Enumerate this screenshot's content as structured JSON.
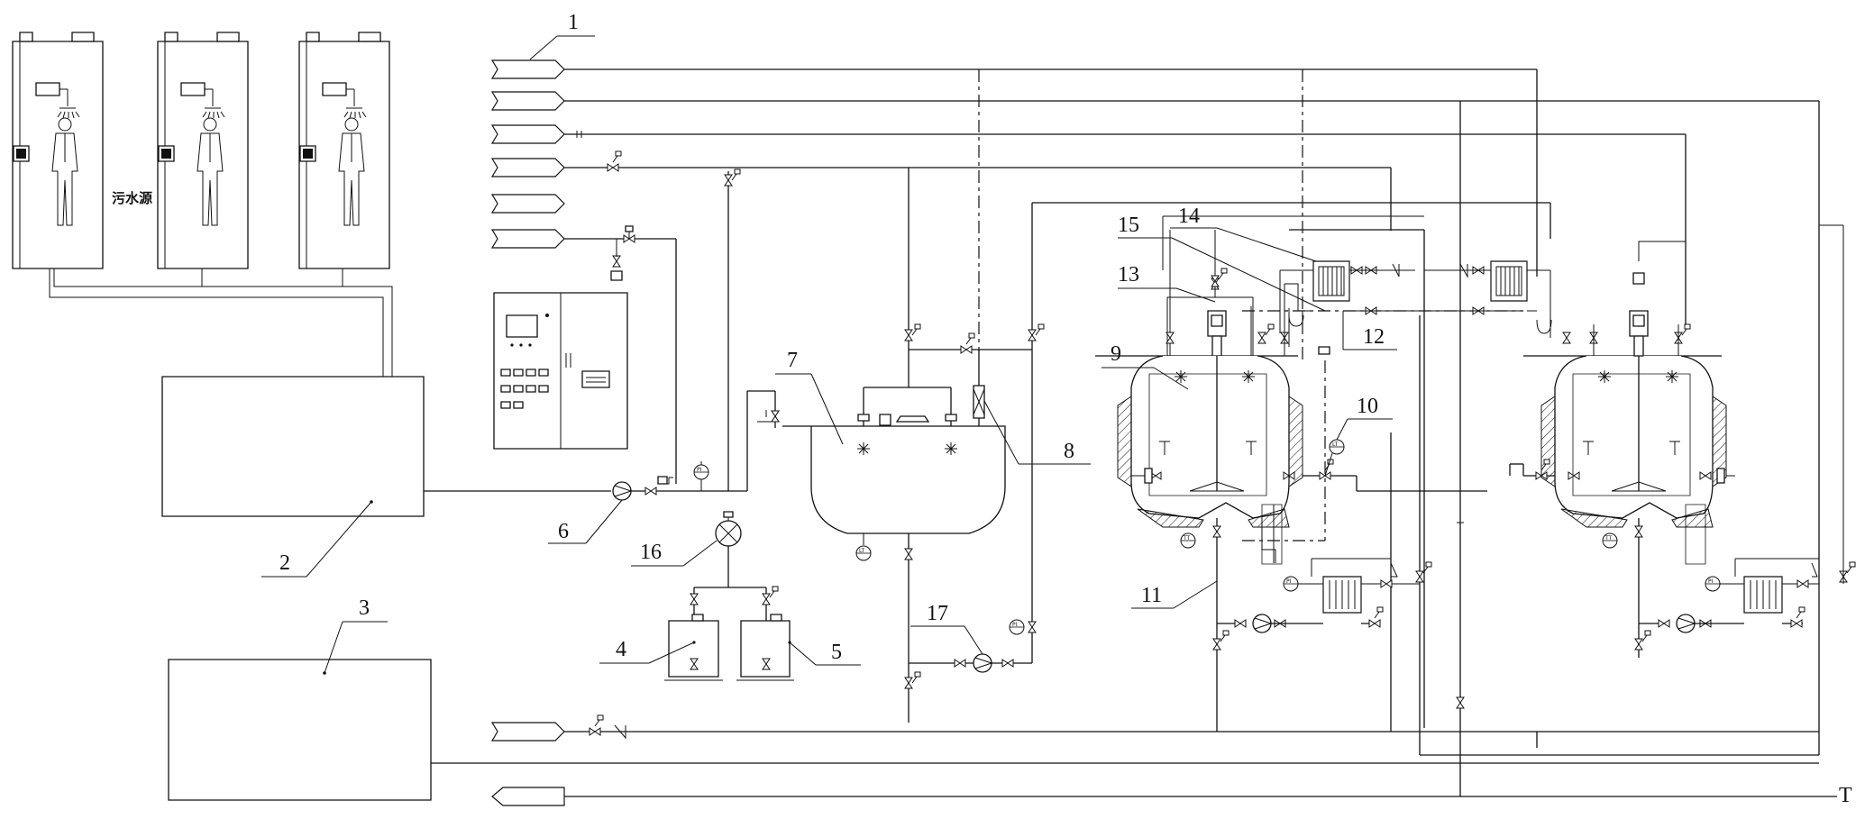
{
  "diagram": {
    "source_label": "污水源",
    "callouts": [
      "1",
      "2",
      "3",
      "4",
      "5",
      "6",
      "7",
      "8",
      "9",
      "10",
      "11",
      "12",
      "13",
      "14",
      "15",
      "16",
      "17"
    ],
    "instruments": {
      "pressure": "PI",
      "level": "LT",
      "temperature": "TT",
      "flow": "FI"
    },
    "end_mark": "T"
  }
}
